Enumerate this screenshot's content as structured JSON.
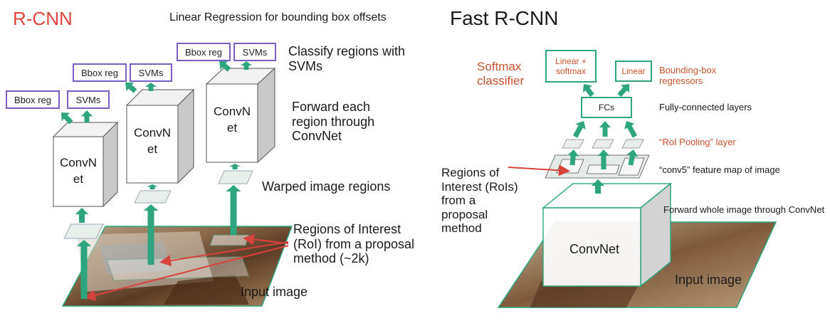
{
  "rcnn": {
    "title": "R-CNN",
    "linear_regression": "Linear Regression for bounding box offsets",
    "classify": "Classify regions with SVMs",
    "forward_each": "Forward each region through ConvNet",
    "warped": "Warped image regions",
    "roi": "Regions of Interest (RoI) from a proposal method (~2k)",
    "input": "Input image",
    "bbox_label": "Bbox reg",
    "svm_label": "SVMs",
    "convnet_label": "ConvN et"
  },
  "fast": {
    "title": "Fast R-CNN",
    "softmax_classifier": "Softmax classifier",
    "linear_softmax": "Linear + softmax",
    "linear": "Linear",
    "bbox_regressors": "Bounding-box regressors",
    "fcs": "FCs",
    "fully_connected": "Fully-connected layers",
    "roi_pooling": "“RoI Pooling” layer",
    "conv5": "“conv5” feature map of image",
    "regions": "Regions of Interest (RoIs) from a proposal method",
    "forward_whole": "Forward whole image through ConvNet",
    "convnet": "ConvNet",
    "input": "Input image"
  },
  "colors": {
    "arrow": "#2ea57f",
    "purple_box": "#7a5ec4",
    "red_title": "#e0443a",
    "orange_text": "#c9522f",
    "red_arrow": "#d9423a"
  }
}
